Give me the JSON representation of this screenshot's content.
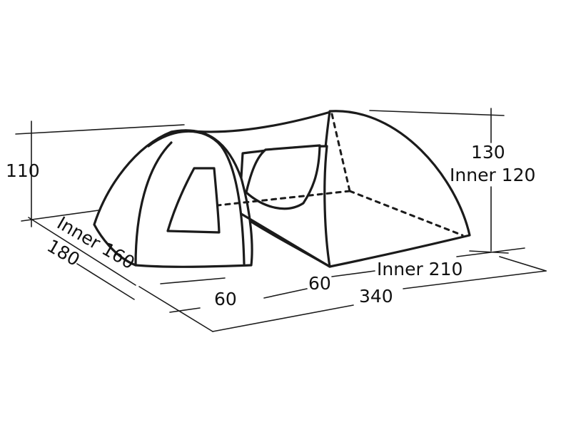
{
  "dimensions": {
    "height_left": "110",
    "height_right": "130",
    "height_right_inner": "Inner 120",
    "width_inner": "Inner 160",
    "width_outer": "180",
    "vestibule_left": "60",
    "vestibule_right": "60",
    "length_inner": "Inner 210",
    "length_total": "340"
  },
  "colors": {
    "line": "#1b1b1b",
    "background": "#ffffff"
  }
}
